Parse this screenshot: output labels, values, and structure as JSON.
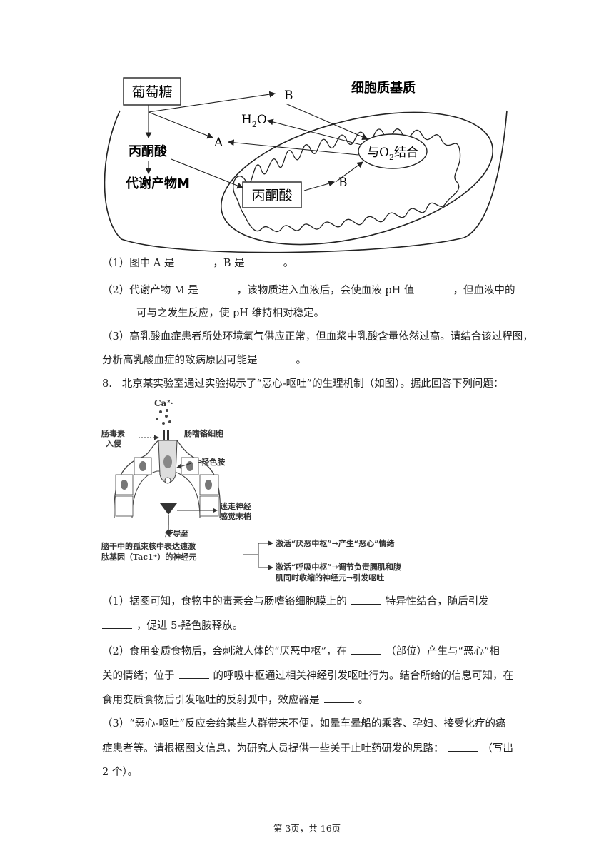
{
  "figure1": {
    "glucose": "葡萄糖",
    "b_top": "B",
    "cytoplasm": "细胞质基质",
    "water": "H",
    "water_sub": "2",
    "water_o": "O",
    "a_label": "A",
    "pyruvate_outer": "丙酮酸",
    "combine_pre": "与O",
    "combine_sub": "2",
    "combine_post": "结合",
    "metabolite": "代谢产物M",
    "b_bottom": "B",
    "pyruvate_inner": "丙酮酸"
  },
  "q7": {
    "p1_a": "（1）图中 A 是",
    "p1_b": "，B 是",
    "p1_c": "。",
    "p2_a": "（2）代谢产物 M 是",
    "p2_b": "，该物质进入血液后，会使血液 pH 值",
    "p2_c": "，但血液中的",
    "p2_d": "可与之发生反应，使 pH 维持相对稳定。",
    "p3_a": "（3）高乳酸血症患者所处环境氧气供应正常，但血浆中乳酸含量依然过高。请结合该过程图，",
    "p3_b": "分析高乳酸血症的致病原因可能是",
    "p3_c": "。"
  },
  "q8": {
    "number": "8.",
    "intro": "北京某实验室通过实验揭示了“恶心-呕吐”的生理机制（如图）。据此回答下列问题：",
    "p1_a": "（1）据图可知，食物中的毒素会与肠嗜铬细胞膜上的",
    "p1_b": "特异性结合，随后引发",
    "p1_c": "，促进 5-羟色胺释放。",
    "p2_a": "（2）食用变质食物后，会刺激人体的“厌恶中枢”，在",
    "p2_b": "（部位）产生与“恶心”相",
    "p2_c": "关的情绪；位于",
    "p2_d": "的呼吸中枢通过相关神经引发呕吐行为。结合所给的信息可知，在",
    "p2_e": "食用变质食物后引发呕吐的反射弧中，效应器是",
    "p2_f": "。",
    "p3_a": "（3）“恶心-呕吐”反应会给某些人群带来不便，如晕车晕船的乘客、孕妇、接受化疗的癌",
    "p3_b": "症患者等。请根据图文信息，为研究人员提供一些关于止吐药研发的思路：",
    "p3_c": "（写出",
    "p3_d": "2 个）。"
  },
  "figure2": {
    "ca": "Ca²·",
    "toxin_1": "肠毒素",
    "toxin_2": "入侵",
    "ec_cell": "肠嗜铬细胞",
    "serotonin": "5-羟色胺",
    "vagus_1": "迷走神经",
    "vagus_2": "感觉末梢",
    "transmit": "传导至",
    "nucleus_1": "脑干中的孤束核中表达速激",
    "nucleus_2": "肽基因（Tac1⁺）的神经元",
    "out1": "激活“厌恶中枢”→产生“恶心”情绪",
    "out2_1": "激活“呼吸中枢”→调节负责膈肌和腹",
    "out2_2": "肌同时收缩的神经元→引发呕吐"
  },
  "footer": "第 3页，共 16页"
}
